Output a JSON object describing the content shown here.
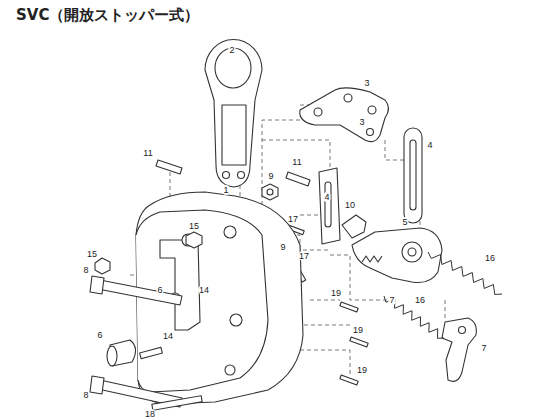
{
  "diagram": {
    "title": "SVC（開放ストッパー式）",
    "labels": [
      "2",
      "3",
      "3",
      "4",
      "4",
      "11",
      "1",
      "11",
      "9",
      "10",
      "17",
      "5",
      "15",
      "15",
      "9",
      "17",
      "16",
      "8",
      "14",
      "6",
      "16",
      "19",
      "7",
      "19",
      "6",
      "14",
      "7",
      "19",
      "8",
      "18"
    ]
  }
}
